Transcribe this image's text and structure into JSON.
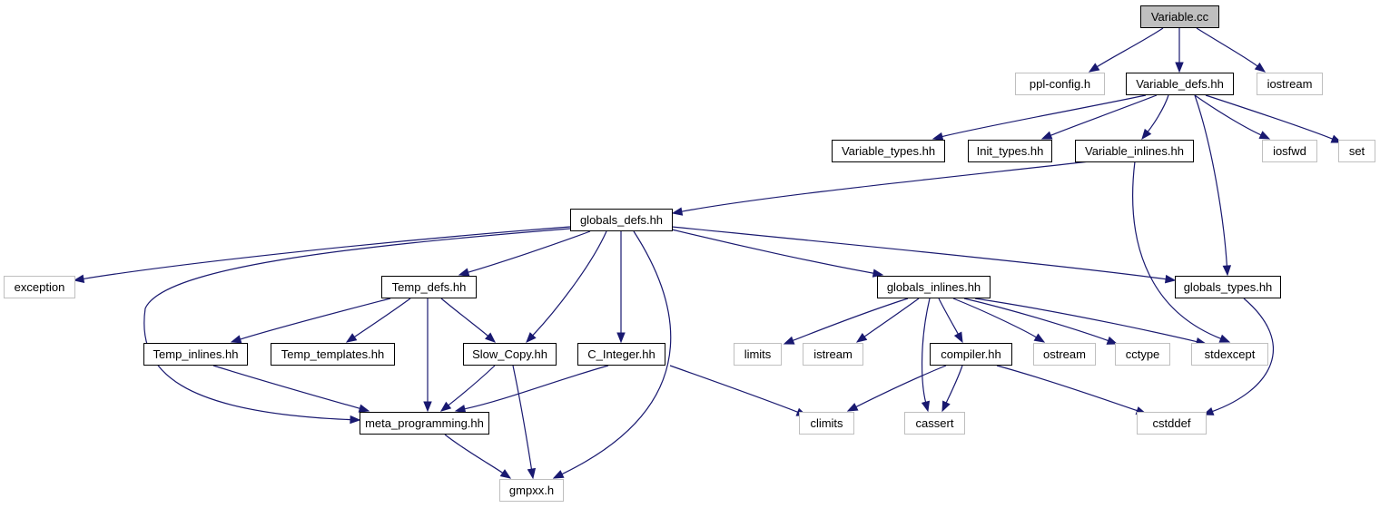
{
  "diagram": {
    "colors": {
      "edge": "#191970",
      "node_root_fill": "#bfbfbf",
      "node_root_border": "#000000",
      "node_doc_border": "#000000",
      "node_ext_border": "#bfbfbf",
      "node_fill": "#ffffff"
    },
    "nodes": [
      {
        "id": "variable_cc",
        "label": "Variable.cc",
        "kind": "root"
      },
      {
        "id": "ppl_config_h",
        "label": "ppl-config.h",
        "kind": "external"
      },
      {
        "id": "variable_defs_hh",
        "label": "Variable_defs.hh",
        "kind": "documented"
      },
      {
        "id": "iostream",
        "label": "iostream",
        "kind": "external"
      },
      {
        "id": "variable_types_hh",
        "label": "Variable_types.hh",
        "kind": "documented"
      },
      {
        "id": "init_types_hh",
        "label": "Init_types.hh",
        "kind": "documented"
      },
      {
        "id": "variable_inlines_hh",
        "label": "Variable_inlines.hh",
        "kind": "documented"
      },
      {
        "id": "iosfwd",
        "label": "iosfwd",
        "kind": "external"
      },
      {
        "id": "set",
        "label": "set",
        "kind": "external"
      },
      {
        "id": "globals_defs_hh",
        "label": "globals_defs.hh",
        "kind": "documented"
      },
      {
        "id": "exception",
        "label": "exception",
        "kind": "external"
      },
      {
        "id": "temp_defs_hh",
        "label": "Temp_defs.hh",
        "kind": "documented"
      },
      {
        "id": "globals_inlines_hh",
        "label": "globals_inlines.hh",
        "kind": "documented"
      },
      {
        "id": "globals_types_hh",
        "label": "globals_types.hh",
        "kind": "documented"
      },
      {
        "id": "temp_inlines_hh",
        "label": "Temp_inlines.hh",
        "kind": "documented"
      },
      {
        "id": "temp_templates_hh",
        "label": "Temp_templates.hh",
        "kind": "documented"
      },
      {
        "id": "slow_copy_hh",
        "label": "Slow_Copy.hh",
        "kind": "documented"
      },
      {
        "id": "c_integer_hh",
        "label": "C_Integer.hh",
        "kind": "documented"
      },
      {
        "id": "limits",
        "label": "limits",
        "kind": "external"
      },
      {
        "id": "istream",
        "label": "istream",
        "kind": "external"
      },
      {
        "id": "compiler_hh",
        "label": "compiler.hh",
        "kind": "documented"
      },
      {
        "id": "ostream",
        "label": "ostream",
        "kind": "external"
      },
      {
        "id": "cctype",
        "label": "cctype",
        "kind": "external"
      },
      {
        "id": "stdexcept",
        "label": "stdexcept",
        "kind": "external"
      },
      {
        "id": "meta_programming_hh",
        "label": "meta_programming.hh",
        "kind": "documented"
      },
      {
        "id": "climits",
        "label": "climits",
        "kind": "external"
      },
      {
        "id": "cassert",
        "label": "cassert",
        "kind": "external"
      },
      {
        "id": "cstddef",
        "label": "cstddef",
        "kind": "external"
      },
      {
        "id": "gmpxx_h",
        "label": "gmpxx.h",
        "kind": "external"
      }
    ],
    "edges": [
      {
        "from": "variable_cc",
        "to": "ppl_config_h"
      },
      {
        "from": "variable_cc",
        "to": "variable_defs_hh"
      },
      {
        "from": "variable_cc",
        "to": "iostream"
      },
      {
        "from": "variable_defs_hh",
        "to": "variable_types_hh"
      },
      {
        "from": "variable_defs_hh",
        "to": "init_types_hh"
      },
      {
        "from": "variable_defs_hh",
        "to": "variable_inlines_hh"
      },
      {
        "from": "variable_defs_hh",
        "to": "iosfwd"
      },
      {
        "from": "variable_defs_hh",
        "to": "set"
      },
      {
        "from": "variable_defs_hh",
        "to": "globals_types_hh"
      },
      {
        "from": "variable_inlines_hh",
        "to": "globals_defs_hh"
      },
      {
        "from": "variable_inlines_hh",
        "to": "stdexcept"
      },
      {
        "from": "globals_defs_hh",
        "to": "exception"
      },
      {
        "from": "globals_defs_hh",
        "to": "temp_defs_hh"
      },
      {
        "from": "globals_defs_hh",
        "to": "slow_copy_hh"
      },
      {
        "from": "globals_defs_hh",
        "to": "c_integer_hh"
      },
      {
        "from": "globals_defs_hh",
        "to": "globals_inlines_hh"
      },
      {
        "from": "globals_defs_hh",
        "to": "globals_types_hh"
      },
      {
        "from": "globals_defs_hh",
        "to": "meta_programming_hh"
      },
      {
        "from": "globals_defs_hh",
        "to": "gmpxx_h"
      },
      {
        "from": "temp_defs_hh",
        "to": "temp_inlines_hh"
      },
      {
        "from": "temp_defs_hh",
        "to": "temp_templates_hh"
      },
      {
        "from": "temp_defs_hh",
        "to": "slow_copy_hh"
      },
      {
        "from": "temp_defs_hh",
        "to": "meta_programming_hh"
      },
      {
        "from": "temp_inlines_hh",
        "to": "meta_programming_hh"
      },
      {
        "from": "slow_copy_hh",
        "to": "meta_programming_hh"
      },
      {
        "from": "slow_copy_hh",
        "to": "gmpxx_h"
      },
      {
        "from": "c_integer_hh",
        "to": "meta_programming_hh"
      },
      {
        "from": "c_integer_hh",
        "to": "climits"
      },
      {
        "from": "globals_inlines_hh",
        "to": "limits"
      },
      {
        "from": "globals_inlines_hh",
        "to": "istream"
      },
      {
        "from": "globals_inlines_hh",
        "to": "compiler_hh"
      },
      {
        "from": "globals_inlines_hh",
        "to": "ostream"
      },
      {
        "from": "globals_inlines_hh",
        "to": "cctype"
      },
      {
        "from": "globals_inlines_hh",
        "to": "stdexcept"
      },
      {
        "from": "globals_inlines_hh",
        "to": "cassert"
      },
      {
        "from": "compiler_hh",
        "to": "climits"
      },
      {
        "from": "compiler_hh",
        "to": "cassert"
      },
      {
        "from": "compiler_hh",
        "to": "cstddef"
      },
      {
        "from": "globals_types_hh",
        "to": "cstddef"
      },
      {
        "from": "meta_programming_hh",
        "to": "gmpxx_h"
      }
    ]
  }
}
